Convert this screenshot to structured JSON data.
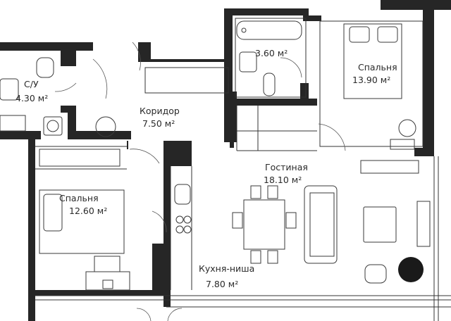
{
  "rooms": [
    {
      "id": "bathroom-left",
      "name": "С/У",
      "area": "4.30 м²"
    },
    {
      "id": "bathroom-top",
      "name": "",
      "area": "3.60 м²"
    },
    {
      "id": "bedroom-right",
      "name": "Спальня",
      "area": "13.90 м²"
    },
    {
      "id": "corridor",
      "name": "Коридор",
      "area": "7.50 м²"
    },
    {
      "id": "living",
      "name": "Гостиная",
      "area": "18.10 м²"
    },
    {
      "id": "bedroom-left",
      "name": "Спальня",
      "area": "12.60 м²"
    },
    {
      "id": "kitchen",
      "name": "Кухня-ниша",
      "area": "7.80 м²"
    }
  ],
  "colors": {
    "wall": "#262626",
    "line": "#333333",
    "background": "#ffffff"
  }
}
